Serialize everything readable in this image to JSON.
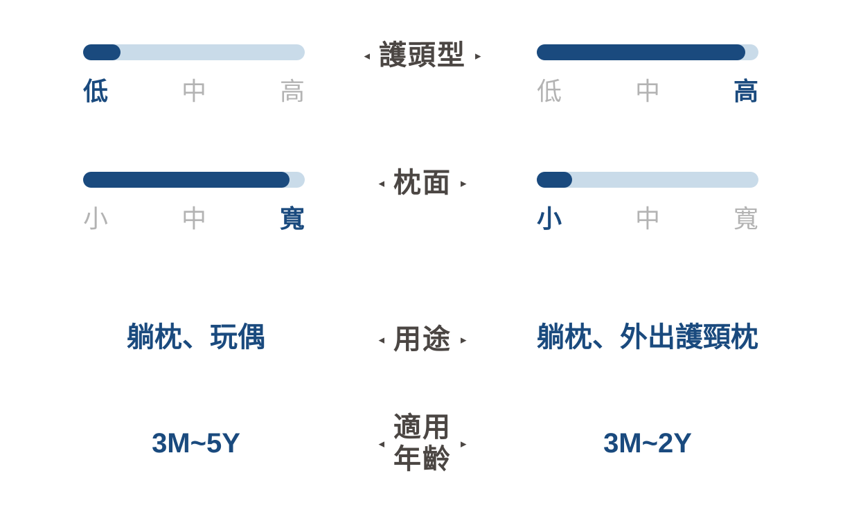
{
  "colors": {
    "primary_blue": "#1a4a7e",
    "track_blue": "#c9dbe9",
    "inactive_gray": "#b3b3b3",
    "category_gray": "#4b4643"
  },
  "icons": {
    "marker_left": "◂",
    "marker_right": "▸"
  },
  "chart_data": {
    "type": "table",
    "title": "",
    "columns": [
      "category",
      "left_product",
      "right_product"
    ],
    "rows": [
      {
        "category": "護頭型",
        "category_lines": [
          "護頭型"
        ],
        "left": {
          "kind": "bar",
          "level_pct": 17,
          "value": "低",
          "scale": [
            {
              "label": "低",
              "active": true
            },
            {
              "label": "中",
              "active": false
            },
            {
              "label": "高",
              "active": false
            }
          ]
        },
        "right": {
          "kind": "bar",
          "level_pct": 94,
          "value": "高",
          "scale": [
            {
              "label": "低",
              "active": false
            },
            {
              "label": "中",
              "active": false
            },
            {
              "label": "高",
              "active": true
            }
          ]
        }
      },
      {
        "category": "枕面",
        "category_lines": [
          "枕面"
        ],
        "left": {
          "kind": "bar",
          "level_pct": 93,
          "value": "寬",
          "scale": [
            {
              "label": "小",
              "active": false
            },
            {
              "label": "中",
              "active": false
            },
            {
              "label": "寬",
              "active": true
            }
          ]
        },
        "right": {
          "kind": "bar",
          "level_pct": 16,
          "value": "小",
          "scale": [
            {
              "label": "小",
              "active": true
            },
            {
              "label": "中",
              "active": false
            },
            {
              "label": "寬",
              "active": false
            }
          ]
        }
      },
      {
        "category": "用途",
        "category_lines": [
          "用途"
        ],
        "left": {
          "kind": "text",
          "value": "躺枕、玩偶"
        },
        "right": {
          "kind": "text",
          "value": "躺枕、外出護頸枕"
        }
      },
      {
        "category": "適用年齡",
        "category_lines": [
          "適用",
          "年齡"
        ],
        "left": {
          "kind": "text",
          "value": "3M~5Y"
        },
        "right": {
          "kind": "text",
          "value": "3M~2Y"
        }
      }
    ]
  }
}
